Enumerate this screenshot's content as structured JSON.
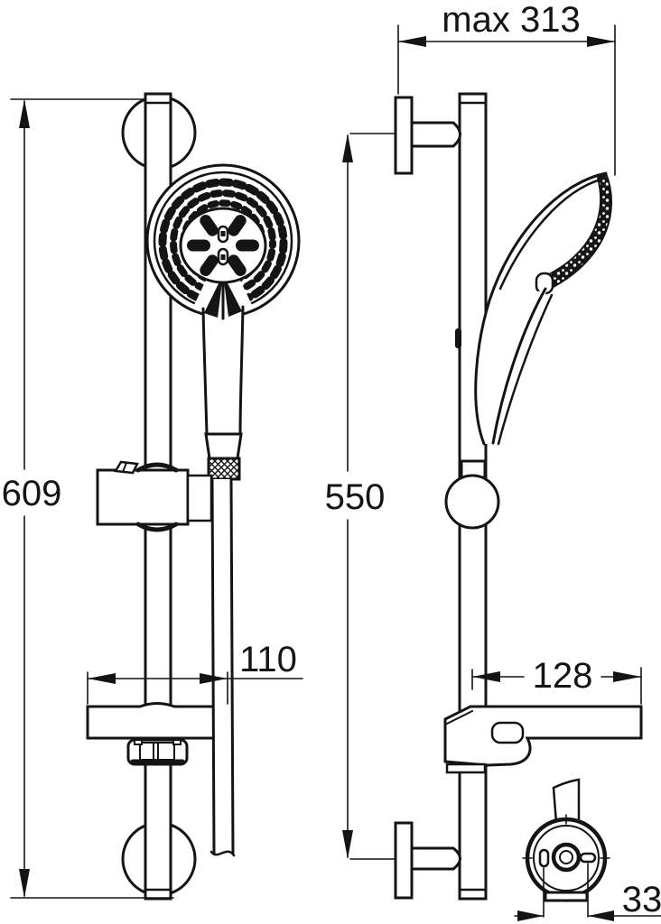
{
  "drawing": {
    "dimensions": {
      "front_total_height": "609",
      "front_soap_dish_width": "110",
      "side_max_projection": "max 313",
      "side_mounting_distance": "550",
      "side_soap_dish_depth": "128",
      "detail_slot_spacing": "33"
    },
    "line_color": "#141414",
    "background_color": "#ffffff"
  }
}
